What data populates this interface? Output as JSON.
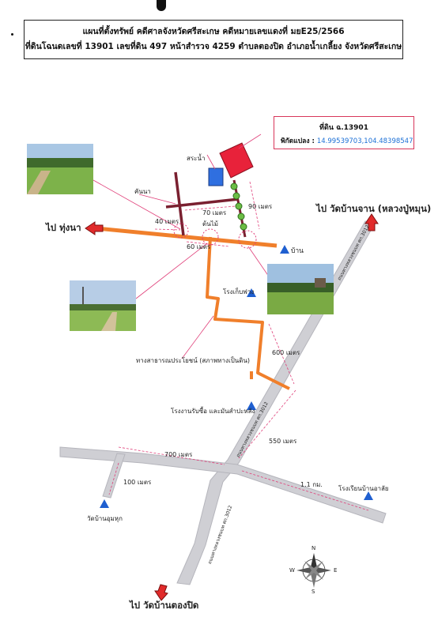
{
  "header": {
    "line1": "แผนที่ตั้งทรัพย์ คดีศาลจังหวัดศรีสะเกษ คดีหมายเลขแดงที่ มยE25/2566",
    "line2": "ที่ดินโฉนดเลขที่ 13901 เลขที่ดิน 497 หน้าสำรวจ 4259 ตำบลตองปิด อำเภอน้ำเกลี้ยง จังหวัดศรีสะเกษ"
  },
  "infobox": {
    "title": "ที่ดิน ฉ.13901",
    "coord_label": "พิกัดแปลง : ",
    "coord_value": "14.99539703,104.48398547"
  },
  "labels": {
    "pond": "สระน้ำ",
    "dike": "คันนา",
    "tree": "ต้นไม้",
    "dist_40": "40 เมตร",
    "dist_70": "70 เมตร",
    "dist_90": "90 เมตร",
    "dist_60": "60 เมตร",
    "house": "บ้าน",
    "to_thungna": "ไป ทุ่งนา",
    "to_wat_ban_chan": "ไป วัดบ้านจาน (หลวงปู่หมุน)",
    "rice_mill": "โรงเก็บฟาง",
    "public_path": "ทางสาธารณประโยชน์ (สภาพทางเป็นดิน)",
    "dist_600": "600 เมตร",
    "cassava_plant": "โรงงานรับซื้อ และมันสำปะหลัง",
    "road_upper": "ถนนทางหลวงชนบท ศก.3012",
    "road_mid": "ถนนทางหลวงชนบท ศก.3012",
    "road_lower": "ถนนทางหลวงชนบท ศก.3012",
    "dist_550": "550 เมตร",
    "dist_700": "700 เมตร",
    "dist_100": "100 เมตร",
    "dist_1_1": "1.1 กม.",
    "school": "โรงเรียนบ้านอาลัย",
    "wat_nong_pho": "วัดบ้านอุมหุก",
    "to_wat_tong_pid": "ไป วัดบ้านตองปิด"
  },
  "compass": {
    "n": "N",
    "s": "S",
    "e": "E",
    "w": "W"
  },
  "colors": {
    "site_red": "#e8223a",
    "pond_blue": "#2f6fe0",
    "dirt_road": "#f07f2b",
    "highway": "#c9c9cf",
    "dike": "#7a2030",
    "marker_blue": "#1f5fd0",
    "arrow_red": "#e12a2a",
    "leader_pink": "#e0407a",
    "tree_green": "#6cbd45"
  }
}
